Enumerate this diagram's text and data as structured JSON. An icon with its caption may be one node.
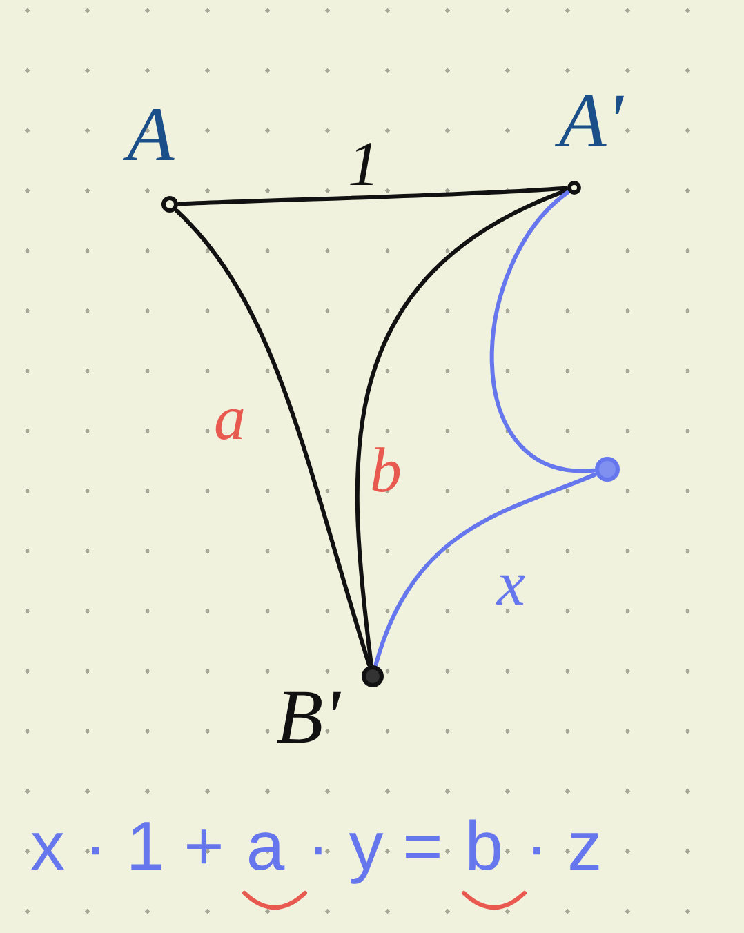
{
  "diagram": {
    "nodes": [
      {
        "text": [],
        "shape": "circle",
        "beside": [
          "A"
        ]
      },
      {
        "text": [],
        "shape": "circle",
        "beside": [
          "A'"
        ]
      },
      {
        "text": [],
        "shape": "circle",
        "beside": [
          "B'"
        ]
      },
      {
        "text": [],
        "shape": "circle"
      }
    ],
    "edges": [
      {
        "from": 0,
        "to": 1,
        "arrow": "none",
        "label": "1"
      },
      {
        "from": 0,
        "to": 2,
        "arrow": "none",
        "label": "a"
      },
      {
        "from": 1,
        "to": 2,
        "arrow": "none",
        "label": "b"
      },
      {
        "from": 1,
        "to": 3,
        "arrow": "none",
        "color": "#6677ee"
      },
      {
        "from": 3,
        "to": 2,
        "arrow": "none",
        "color": "#6677ee",
        "label": "x"
      }
    ],
    "labels": [
      "x · 1 +",
      "a",
      "· y =",
      "b",
      "· z"
    ]
  }
}
